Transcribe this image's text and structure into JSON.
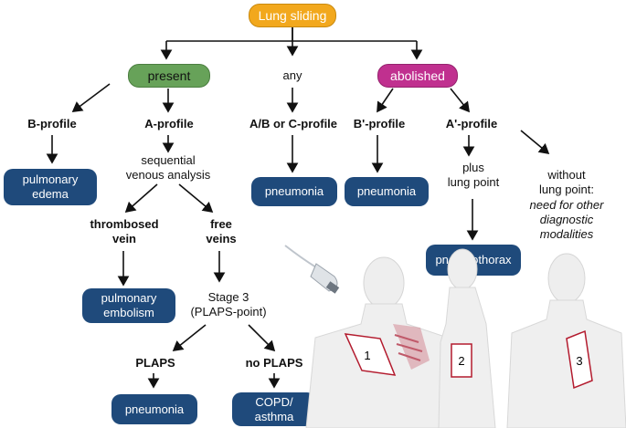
{
  "root": "Lung sliding",
  "branches": {
    "present": "present",
    "any": "any",
    "abolished": "abolished"
  },
  "profiles": {
    "b": "B-profile",
    "a": "A-profile",
    "abc": "A/B or C-profile",
    "bprime": "B'-profile",
    "aprime": "A'-profile"
  },
  "diagnoses": {
    "pulmonary_edema": [
      "pulmonary",
      "edema"
    ],
    "pneumonia_abc": "pneumonia",
    "pneumonia_bprime": "pneumonia",
    "pulmonary_embolism": [
      "pulmonary",
      "embolism"
    ],
    "pneumothorax": "pneumothorax",
    "pneumonia_plaps": "pneumonia",
    "copd_asthma": [
      "COPD/",
      "asthma"
    ]
  },
  "steps": {
    "sequential": [
      "sequential",
      "venous analysis"
    ],
    "thrombosed": [
      "thrombosed",
      "vein"
    ],
    "free": [
      "free",
      "veins"
    ],
    "stage3": [
      "Stage 3",
      "(PLAPS-point)"
    ],
    "plaps": "PLAPS",
    "no_plaps": "no PLAPS",
    "lung_point": [
      "plus",
      "lung point"
    ],
    "without": [
      "without",
      "lung point:"
    ],
    "need": [
      "need for other",
      "diagnostic",
      "modalities"
    ]
  },
  "points": {
    "p1": "1",
    "p2": "2",
    "p3": "3"
  },
  "colors": {
    "root": "#f2a81d",
    "present": "#67a259",
    "abolished": "#c0308f",
    "diagnosis": "#1f4a7b"
  }
}
